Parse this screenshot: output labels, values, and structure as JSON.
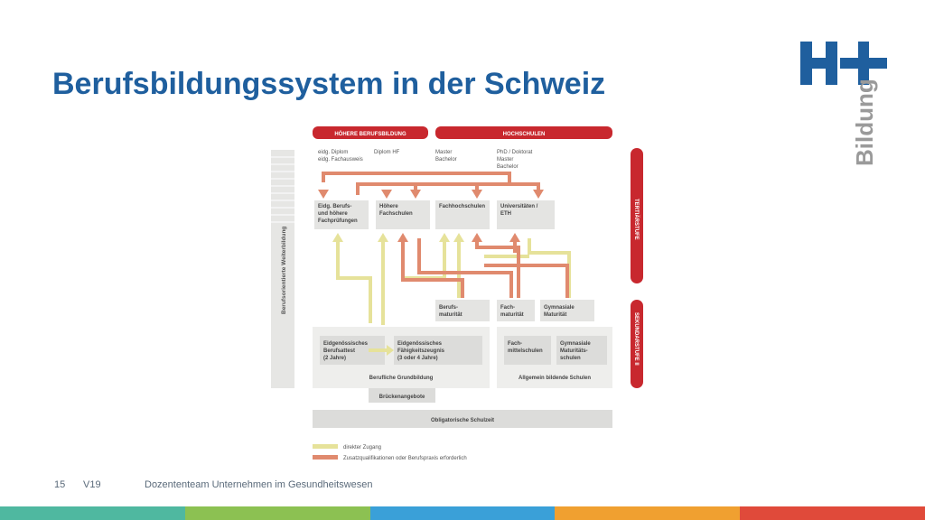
{
  "title": "Berufsbildungssystem in der Schweiz",
  "logo": {
    "mark": "H+",
    "word": "Bildung"
  },
  "diagram": {
    "headers": {
      "hbb": "HÖHERE BERUFSBILDUNG",
      "hs": "HOCHSCHULEN"
    },
    "side_left": "Berufsorientierte Weiterbildung",
    "side_tertiary": "TERTIÄRSTUFE",
    "side_secondary": "SEKUNDARSTUFE II",
    "degrees": {
      "col1_l1": "eidg. Diplom",
      "col1_l2": "eidg. Fachausweis",
      "col2": "Diplom HF",
      "col3_l1": "Master",
      "col3_l2": "Bachelor",
      "col4_l1": "PhD / Doktorat",
      "col4_l2": "Master",
      "col4_l3": "Bachelor"
    },
    "institutions": {
      "eidg_l1": "Eidg. Berufs-",
      "eidg_l2": "und höhere",
      "eidg_l3": "Fachprüfungen",
      "hf_l1": "Höhere",
      "hf_l2": "Fachschulen",
      "fh": "Fachhochschulen",
      "uni_l1": "Universitäten /",
      "uni_l2": "ETH"
    },
    "maturity": {
      "bm_l1": "Berufs-",
      "bm_l2": "maturität",
      "fm_l1": "Fach-",
      "fm_l2": "maturität",
      "gm_l1": "Gymnasiale",
      "gm_l2": "Maturität"
    },
    "secondary": {
      "eba_l1": "Eidgenössisches",
      "eba_l2": "Berufsattest",
      "eba_l3": "(2 Jahre)",
      "efz_l1": "Eidgenössisches",
      "efz_l2": "Fähigkeitszeugnis",
      "efz_l3": "(3 oder 4 Jahre)",
      "fms_l1": "Fach-",
      "fms_l2": "mittelschulen",
      "gym_l1": "Gymnasiale",
      "gym_l2": "Maturitäts-",
      "gym_l3": "schulen",
      "grund": "Berufliche Grundbildung",
      "allg": "Allgemein bildende Schulen"
    },
    "bridge": "Brückenangebote",
    "compulsory": "Obligatorische Schulzeit",
    "legend": {
      "direct": "direkter Zugang",
      "extra": "Zusatzqualifikationen oder Berufspraxis erforderlich"
    },
    "colors": {
      "red": "#c8282e",
      "orange": "#e08a6e",
      "yellow": "#e6e29a"
    }
  },
  "footer": {
    "page": "15",
    "version": "V19",
    "team": "Dozententeam Unternehmen im Gesundheitswesen"
  },
  "bottom_bar_colors": [
    "#4fb8a0",
    "#8cc152",
    "#3aa0d8",
    "#f0a030",
    "#e04a3a"
  ]
}
